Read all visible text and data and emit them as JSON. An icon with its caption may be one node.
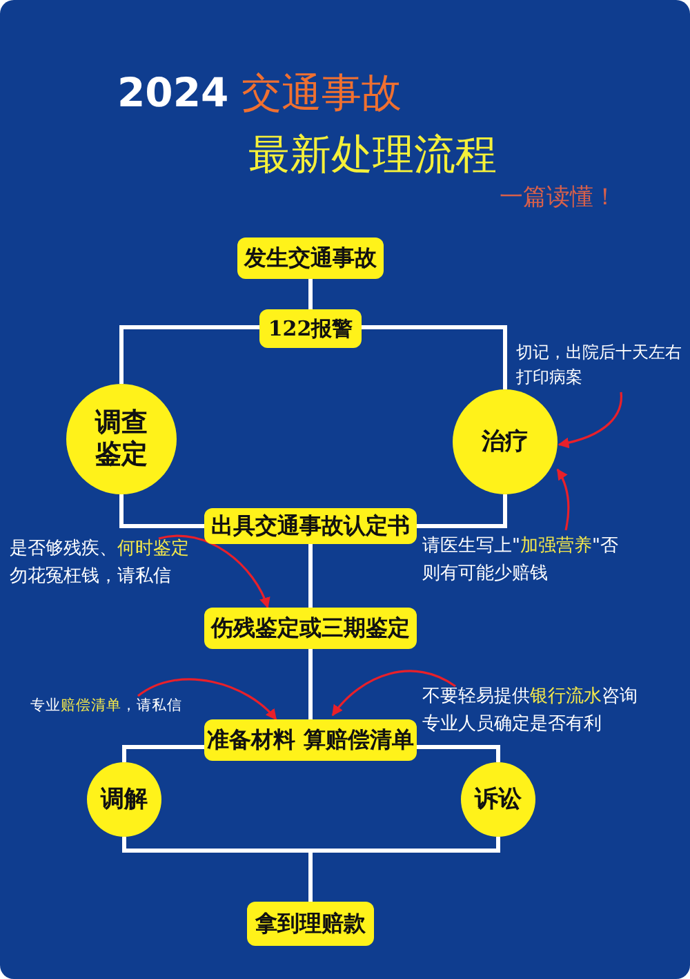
{
  "diagram": {
    "title": "**2024** 交通事故",
    "nodes": [
      {
        "text": [
          "发生交通事故"
        ]
      },
      {
        "text": [
          "122报警"
        ]
      },
      {
        "text": [
          "调查鉴定"
        ]
      },
      {
        "text": [
          "治疗"
        ]
      },
      {
        "text": [
          "出具交通事故认定书"
        ]
      },
      {
        "text": [
          "伤残鉴定或三期鉴定"
        ]
      },
      {
        "text": [
          "准备材料 算赔偿清单"
        ]
      },
      {
        "text": [
          "调解"
        ]
      },
      {
        "text": [
          "诉讼"
        ]
      },
      {
        "text": [
          "拿到理赔款"
        ]
      },
      {
        "text": [
          "切记，出院后十天左右打印病案"
        ]
      },
      {
        "text": [
          "请医生写上\"**加强营养**\"否则有可能少赔钱"
        ]
      },
      {
        "text": [
          "是否够残疾、**何时鉴定**勿花冤枉钱，请私信"
        ]
      },
      {
        "text": [
          "专业**赔偿清单**，请私信"
        ]
      },
      {
        "text": [
          "不要轻易提供**银行流水**咨询专业人员确定是否有利"
        ]
      }
    ],
    "edges": [
      {
        "from": 0,
        "to": 1,
        "arrow": "none"
      },
      {
        "from": 1,
        "to": 2,
        "arrow": "none"
      },
      {
        "from": 1,
        "to": 3,
        "arrow": "none"
      },
      {
        "from": 2,
        "to": 4,
        "arrow": "none"
      },
      {
        "from": 3,
        "to": 4,
        "arrow": "none"
      },
      {
        "from": 4,
        "to": 5,
        "arrow": "none"
      },
      {
        "from": 5,
        "to": 6,
        "arrow": "none"
      },
      {
        "from": 6,
        "to": 7,
        "arrow": "none"
      },
      {
        "from": 6,
        "to": 8,
        "arrow": "none"
      },
      {
        "from": 7,
        "to": 9,
        "arrow": "none"
      },
      {
        "from": 8,
        "to": 9,
        "arrow": "none"
      },
      {
        "from": 10,
        "to": 3,
        "arrow": "to",
        "color": "#e8202a"
      },
      {
        "from": 11,
        "to": 3,
        "arrow": "to",
        "color": "#e8202a"
      },
      {
        "from": 12,
        "to": 5,
        "arrow": "to",
        "color": "#e8202a"
      },
      {
        "from": 13,
        "to": 6,
        "arrow": "to",
        "color": "#e8202a"
      },
      {
        "from": 14,
        "to": 6,
        "arrow": "to",
        "color": "#e8202a"
      }
    ],
    "labels": [
      "最新处理流程",
      "一篇读懂！"
    ]
  }
}
